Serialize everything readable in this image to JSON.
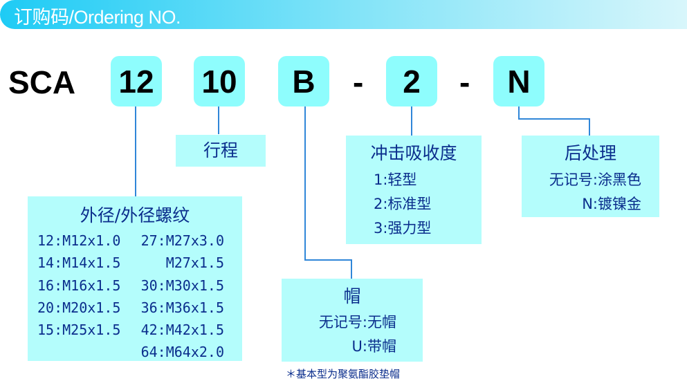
{
  "header": {
    "title": "订购码/Ordering NO."
  },
  "code": {
    "prefix": "SCA",
    "bore": "12",
    "stroke": "10",
    "cap": "B",
    "dash1": "-",
    "cushion": "2",
    "dash2": "-",
    "finish": "N"
  },
  "stroke_box": {
    "title": "行程"
  },
  "thread_box": {
    "title": "外径/外径螺纹",
    "left": [
      "12:M12x1.0",
      "14:M14x1.5",
      "16:M16x1.5",
      "20:M20x1.5",
      "15:M25x1.5"
    ],
    "right": [
      "27:M27x3.0",
      "M27x1.5",
      "30:M30x1.5",
      "36:M36x1.5",
      "42:M42x1.5",
      "64:M64x2.0"
    ]
  },
  "cap_box": {
    "title": "帽",
    "items": [
      "无记号:无帽",
      "U:带帽"
    ]
  },
  "cushion_box": {
    "title": "冲击吸收度",
    "items": [
      "1:轻型",
      "2:标准型",
      "3:强力型"
    ]
  },
  "finish_box": {
    "title": "后处理",
    "items": [
      "无记号:涂黑色",
      "N:镀镍金"
    ]
  },
  "note": "＊基本型为聚氨酯胶垫帽"
}
